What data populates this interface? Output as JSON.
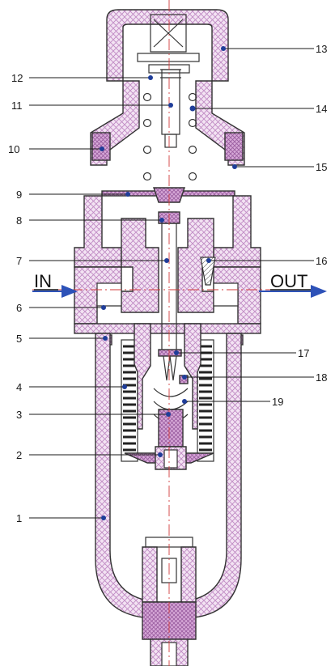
{
  "ports": {
    "inlet": "IN",
    "outlet": "OUT"
  },
  "part_numbers": {
    "p1": "1",
    "p2": "2",
    "p3": "3",
    "p4": "4",
    "p5": "5",
    "p6": "6",
    "p7": "7",
    "p8": "8",
    "p9": "9",
    "p10": "10",
    "p11": "11",
    "p12": "12",
    "p13": "13",
    "p14": "14",
    "p15": "15",
    "p16": "16",
    "p17": "17",
    "p18": "18",
    "p19": "19"
  },
  "colors": {
    "hatch": "#c08ac4",
    "leader_dot": "#1f3d99",
    "flow_arrow": "#2d52b8",
    "centerline": "#d23a3a"
  }
}
